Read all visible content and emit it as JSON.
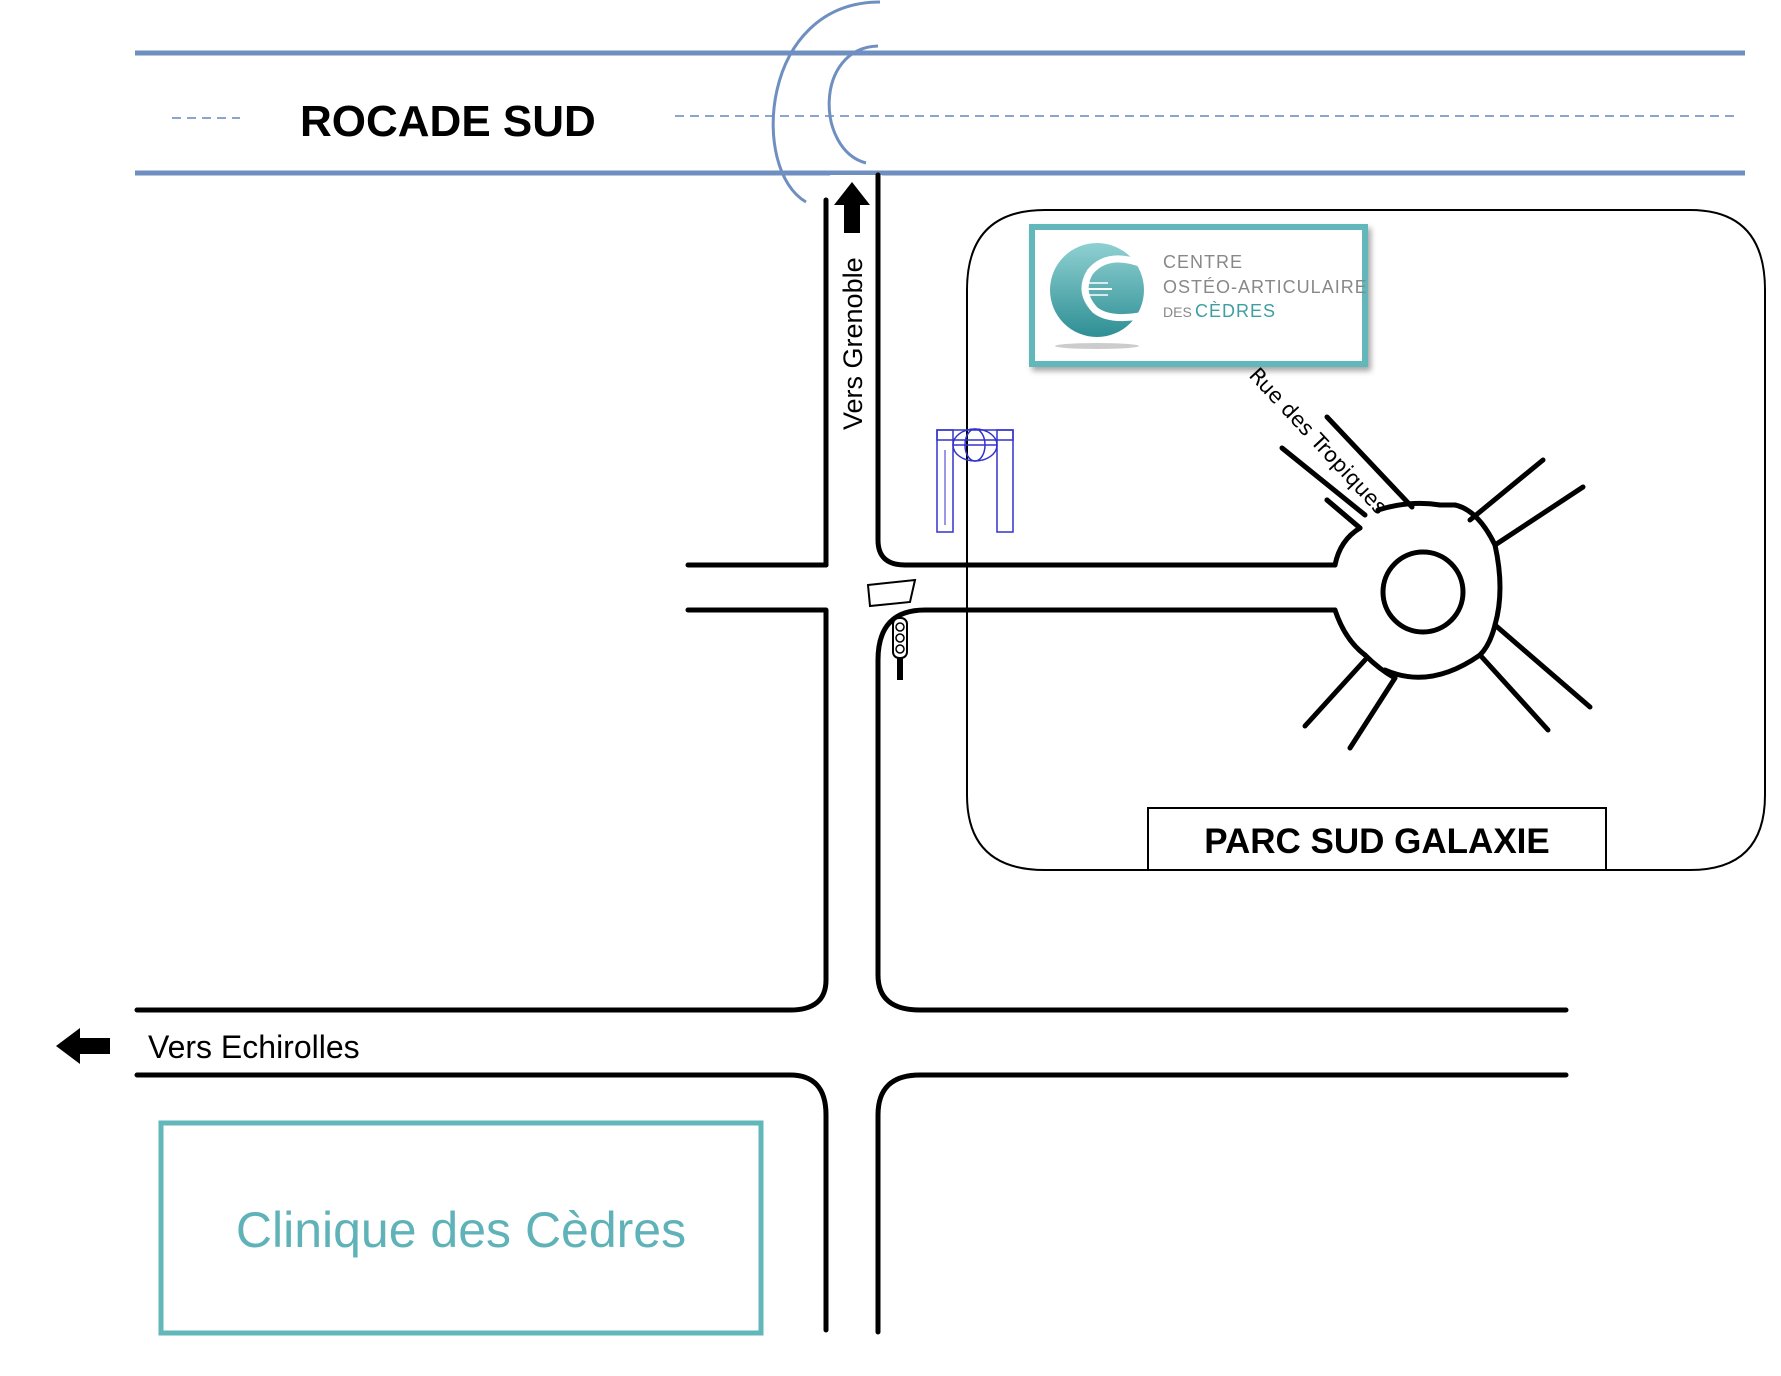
{
  "highway": {
    "label": "ROCADE SUD"
  },
  "roads": {
    "north_direction": "Vers Grenoble",
    "west_direction": "Vers Echirolles",
    "side_street": "Rue des Tropiques"
  },
  "zone": {
    "label": "PARC SUD GALAXIE"
  },
  "logo": {
    "line1": "CENTRE",
    "line2": "OSTÉO-ARTICULAIRE",
    "line3_prefix": "DES",
    "line3_name": "CÈDRES"
  },
  "clinic": {
    "label": "Clinique des Cèdres"
  },
  "colors": {
    "teal": "#62b7bb",
    "highway_blue": "#6f8fc0",
    "building_blue": "#3333cc",
    "road": "#000000"
  },
  "icons": {
    "north_arrow": "arrow-up-icon",
    "west_arrow": "arrow-left-icon",
    "traffic_light": "traffic-light-icon",
    "building": "parc-sud-galaxie-building-icon"
  }
}
